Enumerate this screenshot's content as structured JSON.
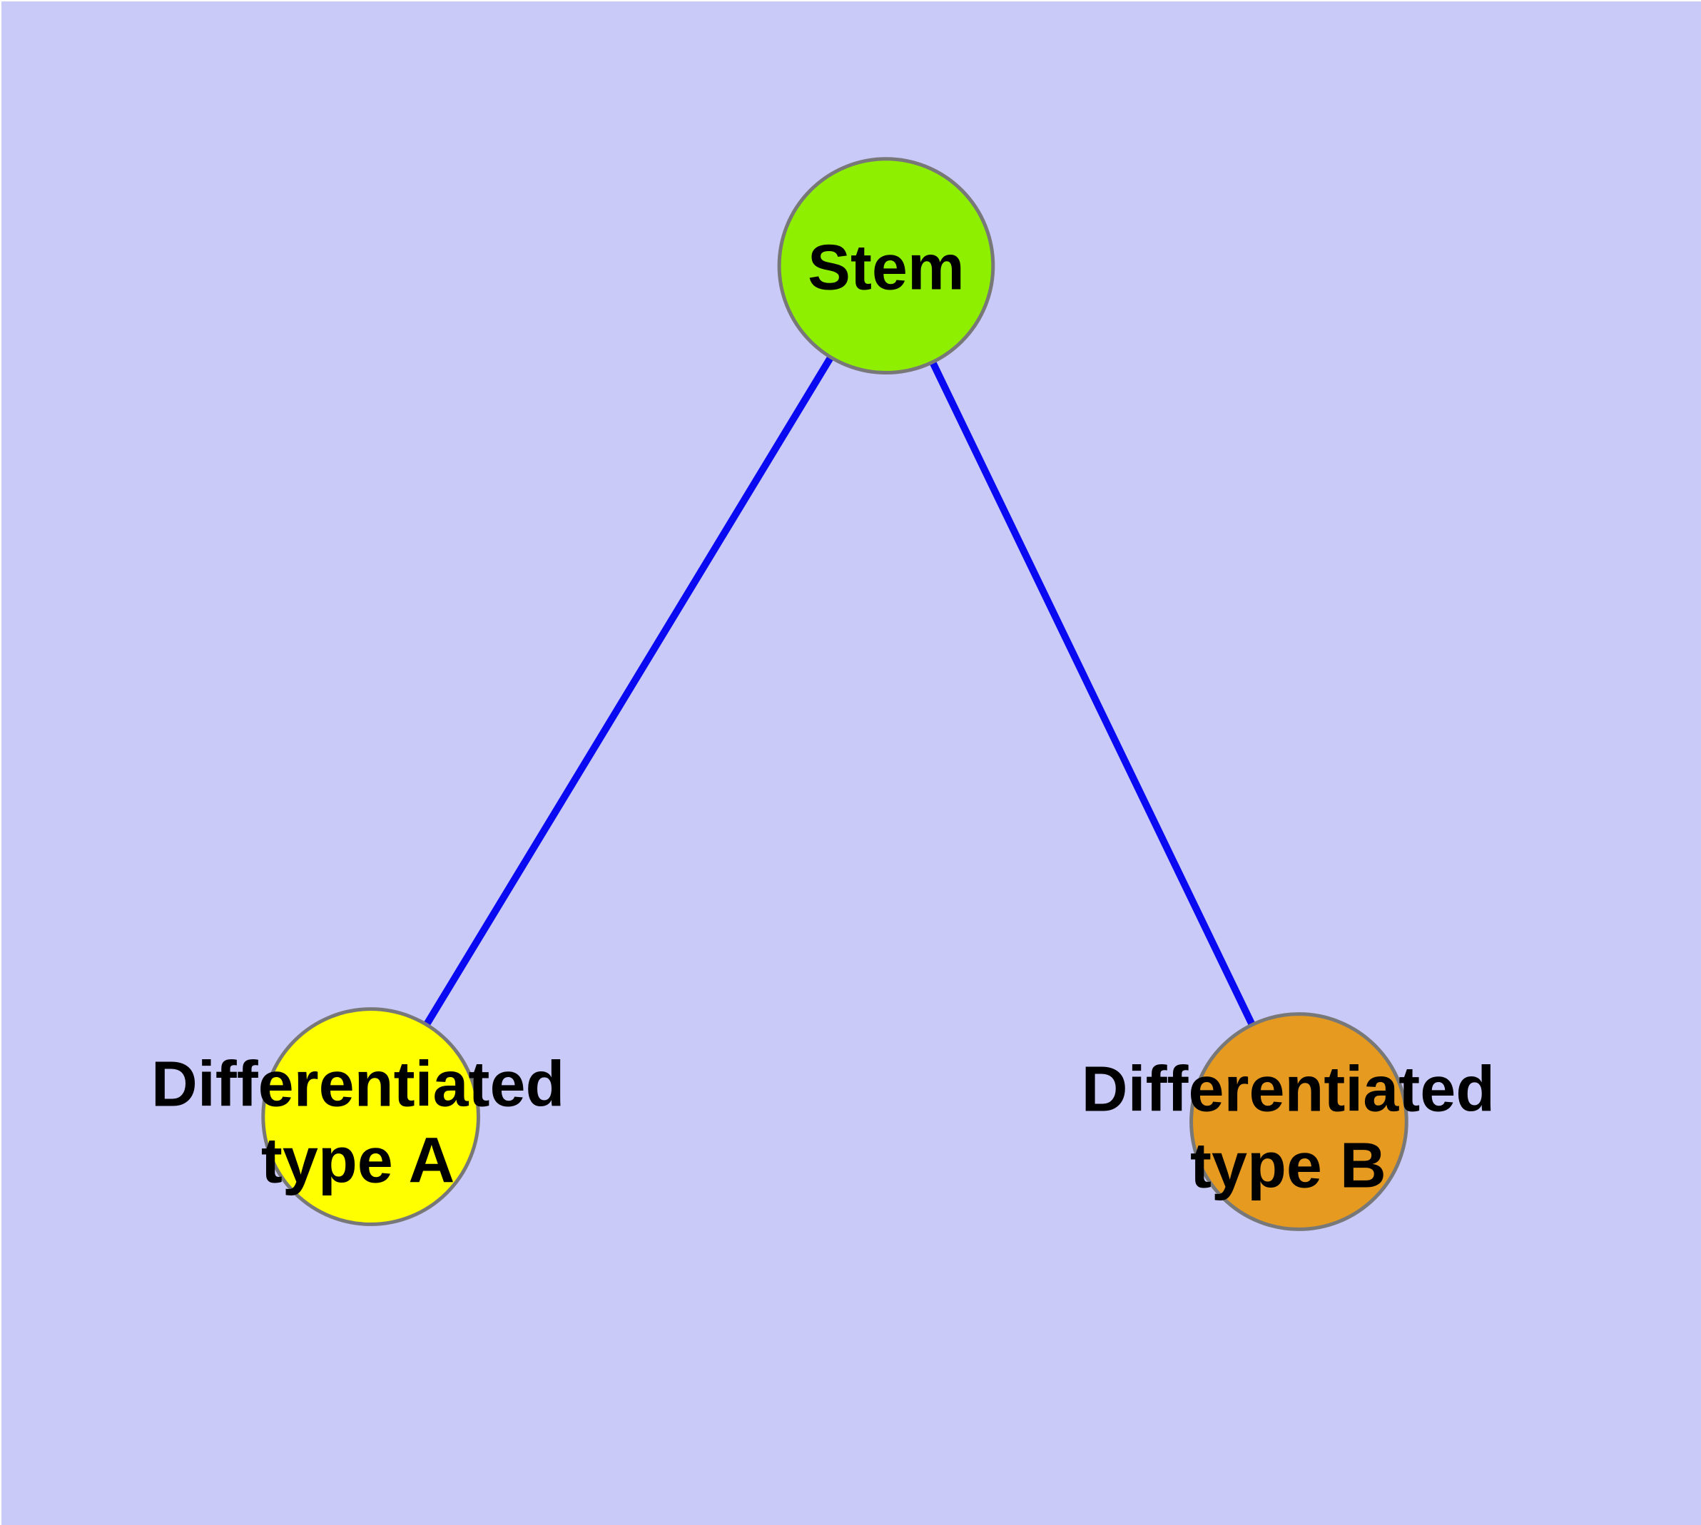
{
  "diagram": {
    "background_color": "#CACAF8",
    "edge_color": "#0A0AF2",
    "node_border_color": "#787878",
    "label_color": "#000000",
    "nodes": [
      {
        "id": "stem",
        "label": "Stem",
        "label_lines": [
          "Stem"
        ],
        "color": "#8FEF00"
      },
      {
        "id": "differentiated-type-a",
        "label": "Differentiated type A",
        "label_lines": [
          "Differentiated",
          "type A"
        ],
        "color": "#FFFF00"
      },
      {
        "id": "differentiated-type-b",
        "label": "Differentiated type B",
        "label_lines": [
          "Differentiated",
          "type B"
        ],
        "color": "#E69B20"
      }
    ],
    "edges": [
      {
        "from": "Stem",
        "to": "Differentiated type A"
      },
      {
        "from": "Stem",
        "to": "Differentiated type B"
      }
    ]
  }
}
